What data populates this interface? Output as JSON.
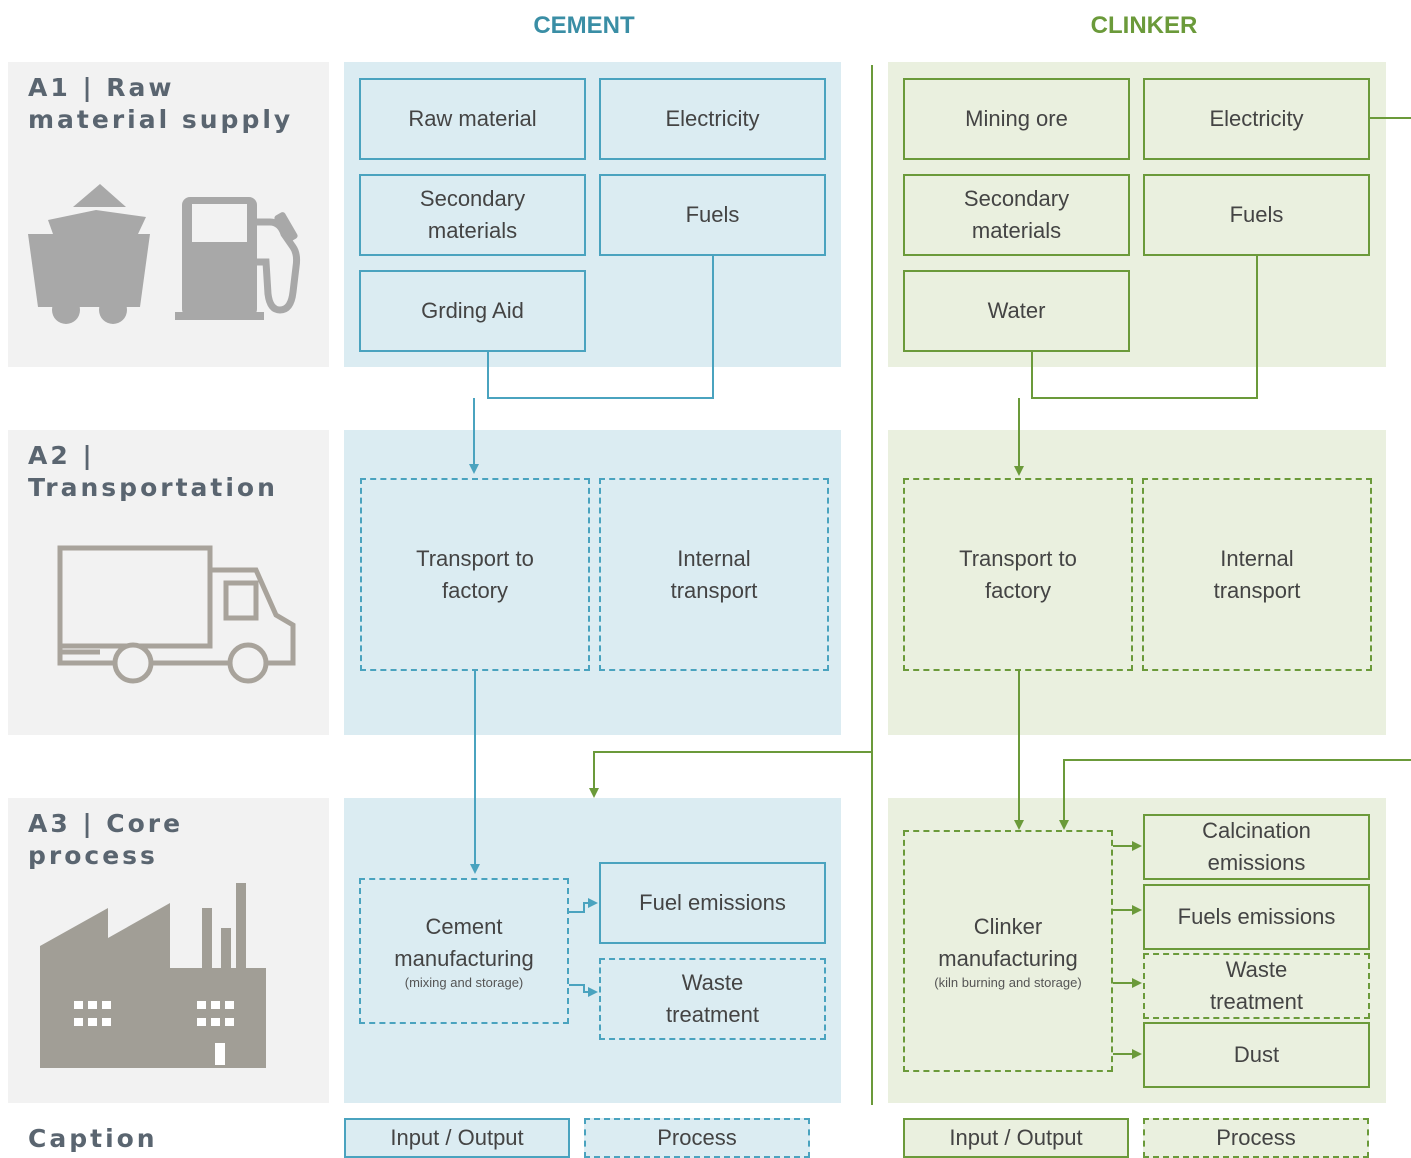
{
  "columns": {
    "cement": "CEMENT",
    "clinker": "CLINKER"
  },
  "colors": {
    "cement": "#4aa3bf",
    "clinker": "#6b9a3a",
    "cement_bg": "#dbecf2",
    "clinker_bg": "#eaf0df",
    "stage_bg": "#f2f2f2",
    "label": "#5a6570"
  },
  "stages": {
    "a1": "A1 | Raw material supply",
    "a2": "A2 | Transportation",
    "a3": "A3 | Core process",
    "caption": "Caption"
  },
  "icons": {
    "a1": [
      "mine-cart-icon",
      "fuel-pump-icon"
    ],
    "a2": "truck-icon",
    "a3": "factory-icon"
  },
  "cement": {
    "a1": {
      "raw_material": "Raw material",
      "electricity": "Electricity",
      "secondary_materials": "Secondary materials",
      "fuels": "Fuels",
      "grinding_aid": "Grding Aid"
    },
    "a2": {
      "transport_to_factory": "Transport to factory",
      "internal_transport": "Internal transport"
    },
    "a3": {
      "manufacturing": "Cement manufacturing",
      "manufacturing_note": "(mixing and storage)",
      "fuel_emissions": "Fuel emissions",
      "waste_treatment": "Waste treatment"
    }
  },
  "clinker": {
    "a1": {
      "mining_ore": "Mining ore",
      "electricity": "Electricity",
      "secondary_materials": "Secondary materials",
      "fuels": "Fuels",
      "water": "Water"
    },
    "a2": {
      "transport_to_factory": "Transport to factory",
      "internal_transport": "Internal transport"
    },
    "a3": {
      "manufacturing": "Clinker manufacturing",
      "manufacturing_note": "(kiln burning and storage)",
      "calcination_emissions": "Calcination emissions",
      "fuels_emissions": "Fuels emissions",
      "waste_treatment": "Waste treatment",
      "dust": "Dust"
    }
  },
  "legend": {
    "cement": {
      "input_output": "Input / Output",
      "process": "Process"
    },
    "clinker": {
      "input_output": "Input / Output",
      "process": "Process"
    }
  }
}
